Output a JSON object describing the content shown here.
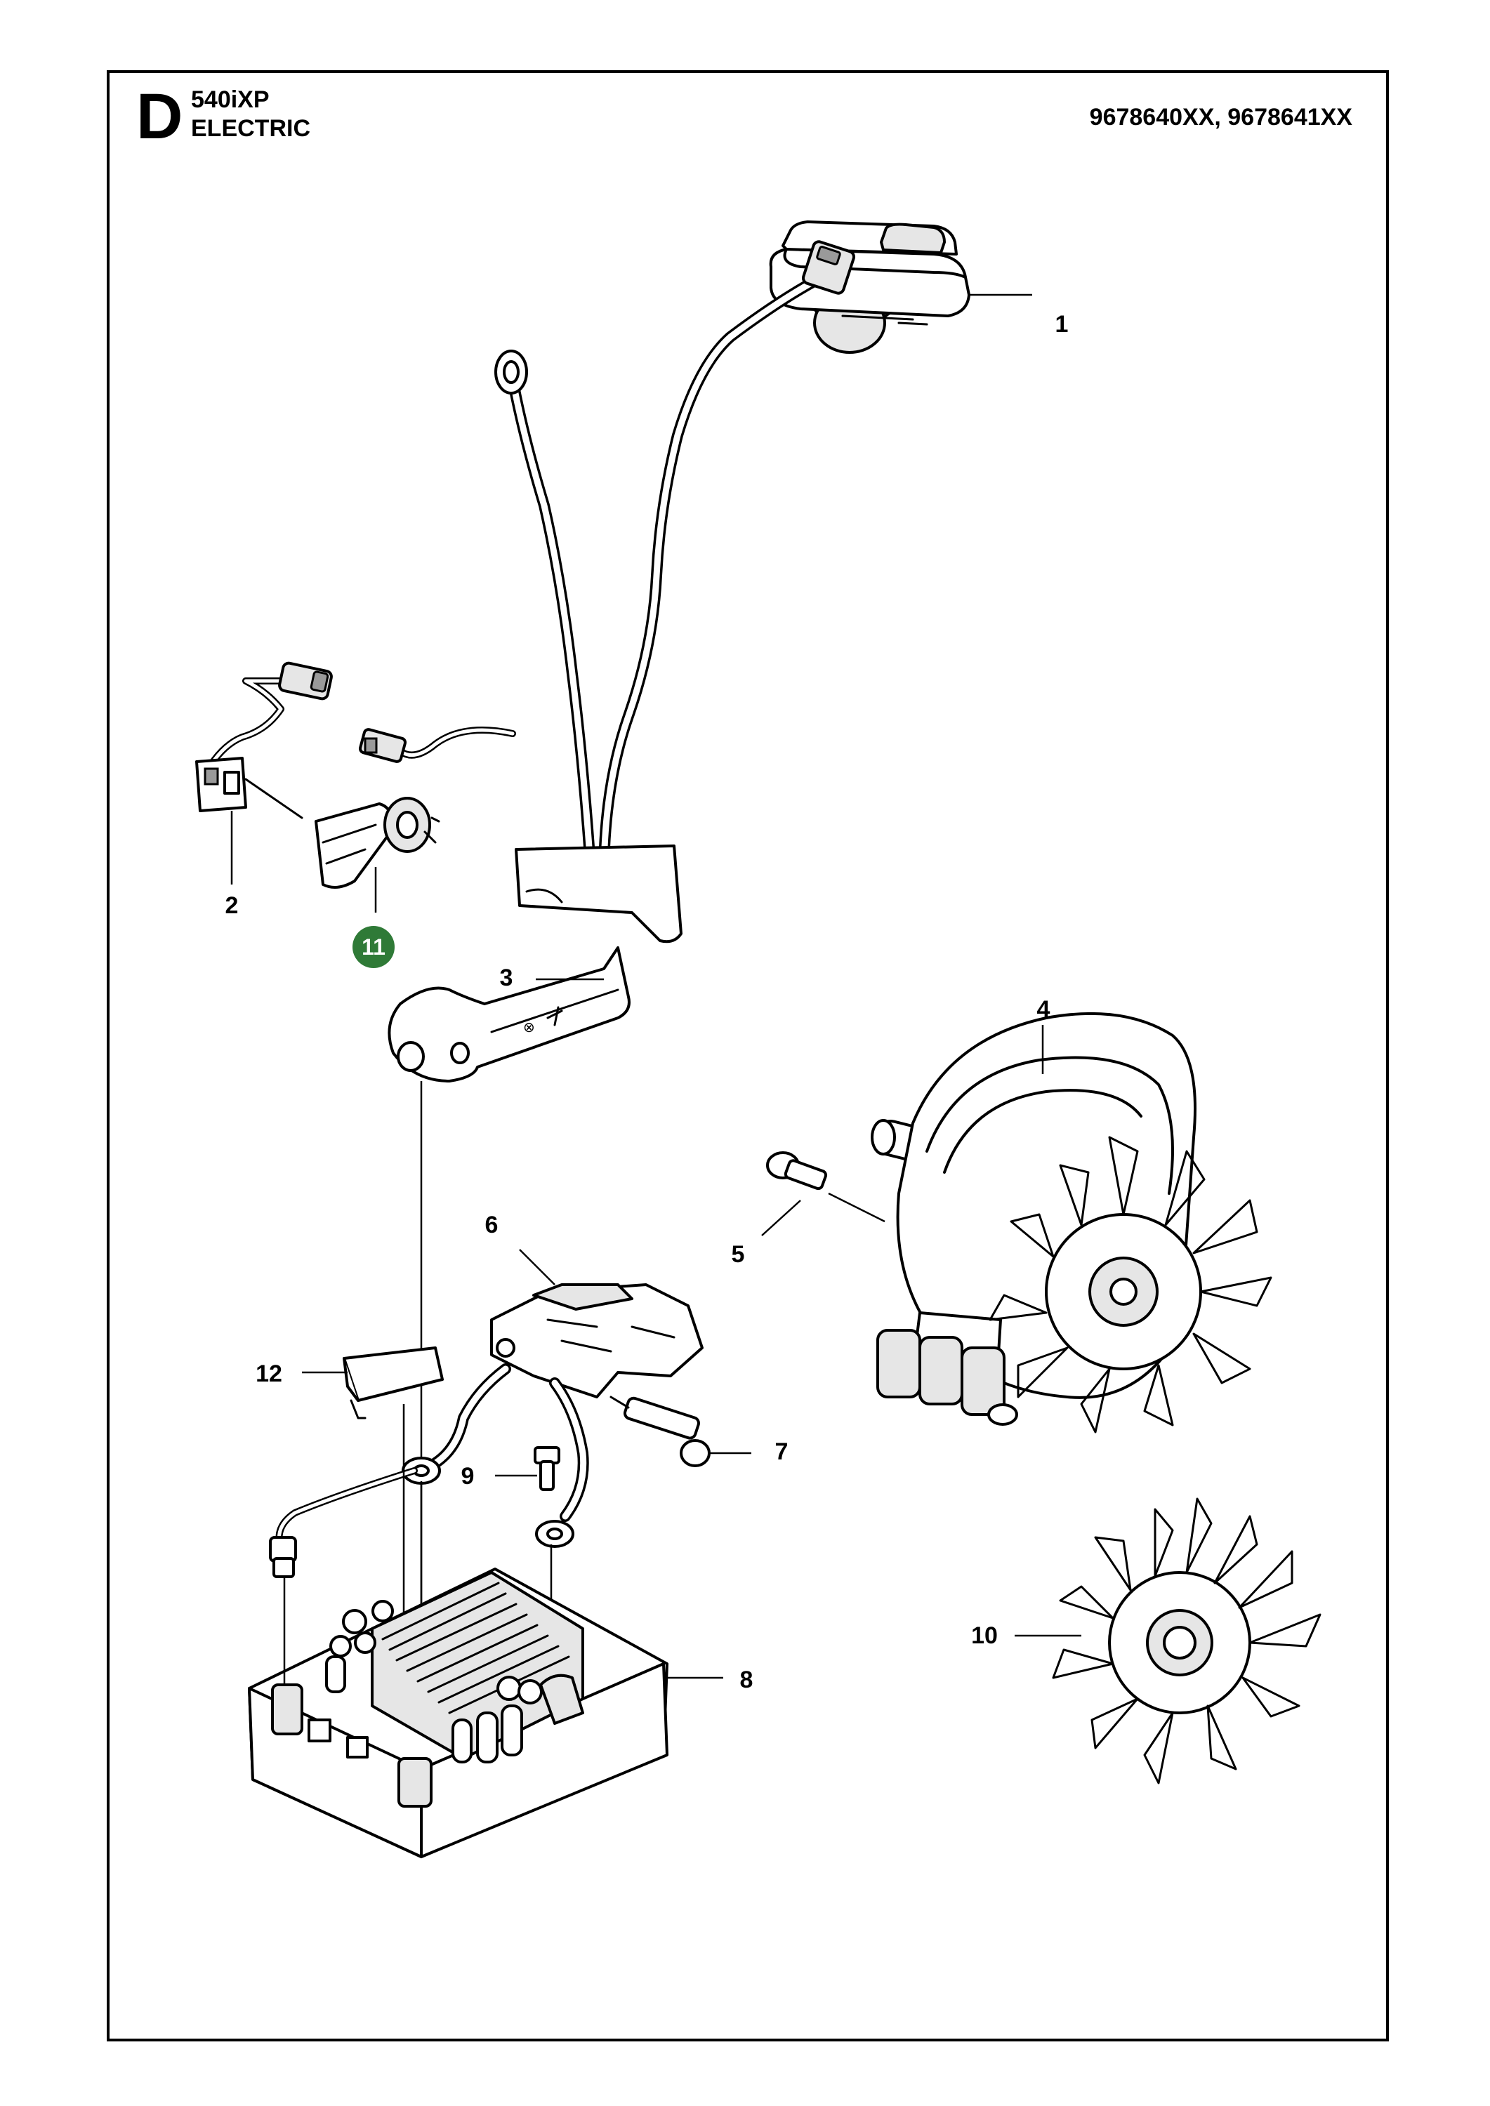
{
  "header": {
    "section_letter": "D",
    "model": "540iXP",
    "section_title": "ELECTRIC",
    "part_numbers": "9678640XX, 9678641XX"
  },
  "callouts": [
    {
      "id": "1",
      "label": "1",
      "highlighted": false
    },
    {
      "id": "2",
      "label": "2",
      "highlighted": false
    },
    {
      "id": "3",
      "label": "3",
      "highlighted": false
    },
    {
      "id": "4",
      "label": "4",
      "highlighted": false
    },
    {
      "id": "5",
      "label": "5",
      "highlighted": false
    },
    {
      "id": "6",
      "label": "6",
      "highlighted": false
    },
    {
      "id": "7",
      "label": "7",
      "highlighted": false
    },
    {
      "id": "8",
      "label": "8",
      "highlighted": false
    },
    {
      "id": "9",
      "label": "9",
      "highlighted": false
    },
    {
      "id": "10",
      "label": "10",
      "highlighted": false
    },
    {
      "id": "11",
      "label": "11",
      "highlighted": true
    },
    {
      "id": "12",
      "label": "12",
      "highlighted": false
    }
  ],
  "colors": {
    "highlight_badge": "#2f7a37",
    "frame": "#000000",
    "background": "#ffffff"
  }
}
